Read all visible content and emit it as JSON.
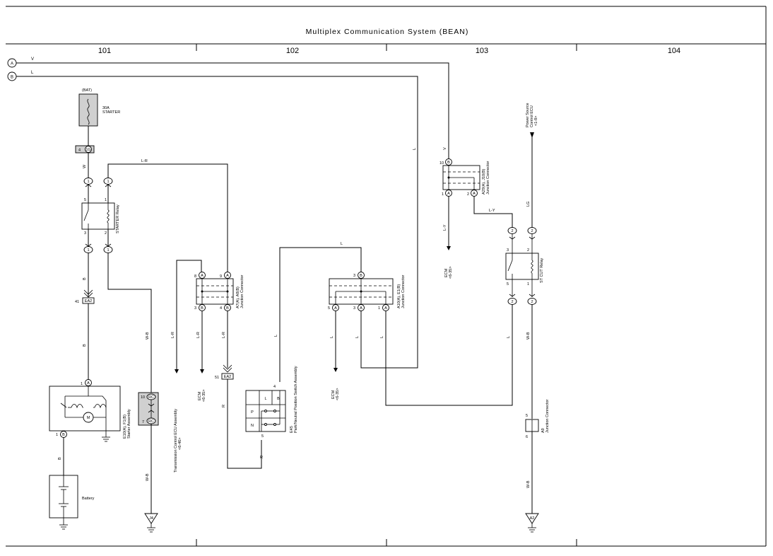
{
  "diagram": {
    "title": "Multiplex Communication System (BEAN)",
    "sections": [
      "101",
      "102",
      "103",
      "104"
    ],
    "bus_points": [
      {
        "id": "A",
        "wire": "V"
      },
      {
        "id": "B",
        "wire": "L"
      }
    ],
    "components": {
      "fuse": {
        "src": "(BAT)",
        "rating": "30A",
        "name": "STARTER"
      },
      "starter_relay": {
        "name": "STARTER Relay",
        "pins": [
          "5",
          "1",
          "3",
          "2"
        ]
      },
      "ea2_top": {
        "pin": "41",
        "id": "EA2"
      },
      "ea2_mid": {
        "pin": "51",
        "id": "EA2"
      },
      "starter": {
        "name_a": "E10(A), F1(B)",
        "name_b": "Starter Assembly",
        "pin_a": "1",
        "pin_b": "1",
        "pin_label_a": "A",
        "pin_label_b": "B",
        "motor": "M"
      },
      "battery": {
        "name": "Battery"
      },
      "connector_1g": {
        "pin": "4",
        "id": "1G"
      },
      "relay_conn": {
        "id": "1"
      },
      "junction_a7": {
        "name_a": "A7(A), A8(B)",
        "name_b": "Junction Connector",
        "pins_top": [
          "8",
          "9"
        ],
        "pins_bottom": [
          "3",
          "4"
        ]
      },
      "junction_a10": {
        "name_a": "A10(A), E1(B)",
        "name_b": "Junction Connector",
        "pin_top": "3",
        "pins_bottom": [
          "5",
          "3",
          "1"
        ]
      },
      "junction_a29": {
        "name_a": "A29(A), J10(B)",
        "name_b": "Junction Connector",
        "pin_top": "10",
        "pins_bottom": [
          "1",
          "2"
        ]
      },
      "park_switch": {
        "id": "E45",
        "name": "Park/Neutral Position Switch Assembly",
        "labels": [
          "L",
          "B",
          "P",
          "N"
        ],
        "pin_top": "4",
        "pin_bottom": "5"
      },
      "st_cut_relay": {
        "name": "ST CUT Relay",
        "pins": [
          "3",
          "2",
          "5",
          "1"
        ]
      },
      "junction_a9": {
        "name_a": "A9",
        "name_b": "Junction Connector",
        "pin_top": "5",
        "pin_bottom": "6"
      },
      "conn_2": {
        "id": "2"
      },
      "conn_rc": {
        "pin_top": "10",
        "pin_bottom": "7",
        "id": "RC"
      },
      "tcm": {
        "name": "Transmission Control ECU Assembly",
        "ref": "<6-46>"
      },
      "ecm1": {
        "name": "ECM",
        "ref": "<6-35>"
      },
      "ecm2": {
        "name": "ECM",
        "ref": "<6-35>"
      },
      "ecm3": {
        "name": "ECM",
        "ref": "<6-35>"
      },
      "power_ecu": {
        "name_a": "Power Source",
        "name_b": "Control ECU",
        "ref": "<1-8>"
      },
      "ground_j4": {
        "id": "J4"
      },
      "ground_a2": {
        "id": "A2"
      }
    },
    "wires": {
      "w1": "W",
      "b1": "B",
      "b2": "B",
      "b3": "B",
      "lr": "L-R",
      "wb1": "W-B",
      "wb2": "W-B",
      "lr1": "L-R",
      "lr2": "L-R",
      "lr3": "L-R",
      "r1": "R",
      "r2": "R",
      "l1": "L",
      "l2": "L",
      "l3": "L",
      "l4": "L",
      "l5": "L",
      "l6": "L",
      "v1": "V",
      "ly1": "L-Y",
      "ly2": "L-Y",
      "lg": "LG",
      "wb3": "W-B",
      "wb4": "W-B"
    }
  }
}
